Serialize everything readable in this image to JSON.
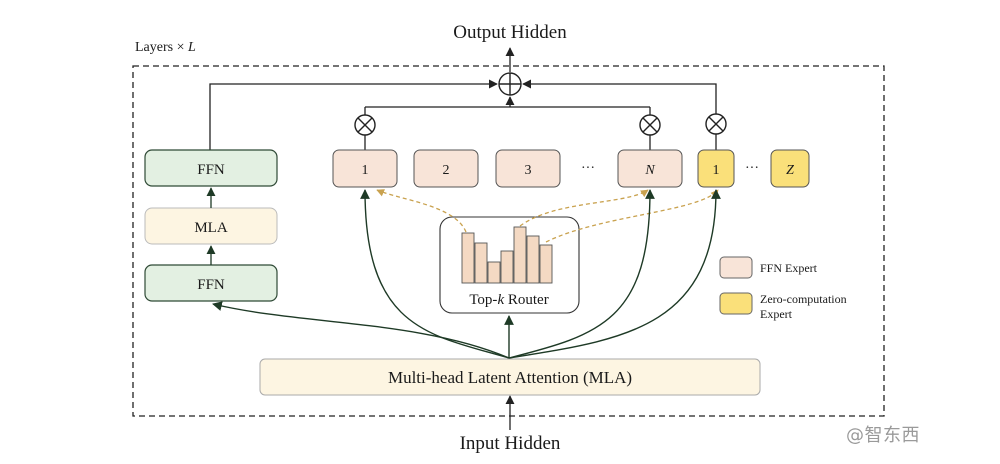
{
  "title_output": "Output Hidden",
  "title_input": "Input Hidden",
  "layers_label": {
    "text": "Layers × ",
    "var": "L"
  },
  "left_stack": {
    "top": "FFN",
    "middle": "MLA",
    "bottom": "FFN"
  },
  "ffn_experts": [
    "1",
    "2",
    "3",
    "N"
  ],
  "ellipsis": "···",
  "zero_experts": [
    "1",
    "Z"
  ],
  "router": {
    "prefix": "Top-",
    "var": "k",
    "suffix": " Router"
  },
  "mla_bar": "Multi-head Latent Attention (MLA)",
  "legend": [
    {
      "label": "FFN Expert",
      "color": "#f8e4d8"
    },
    {
      "label": "Zero-computation",
      "label2": "Expert",
      "color": "#fae07a"
    }
  ],
  "colors": {
    "ffn_green": "#e3f0e2",
    "mla_cream": "#fdf5e2",
    "ffn_expert": "#f8e4d8",
    "zero_expert": "#fae07a",
    "router_bar": "#f4d9c3",
    "dashed_arrow": "#c9a24f"
  },
  "watermark": "@智东西"
}
